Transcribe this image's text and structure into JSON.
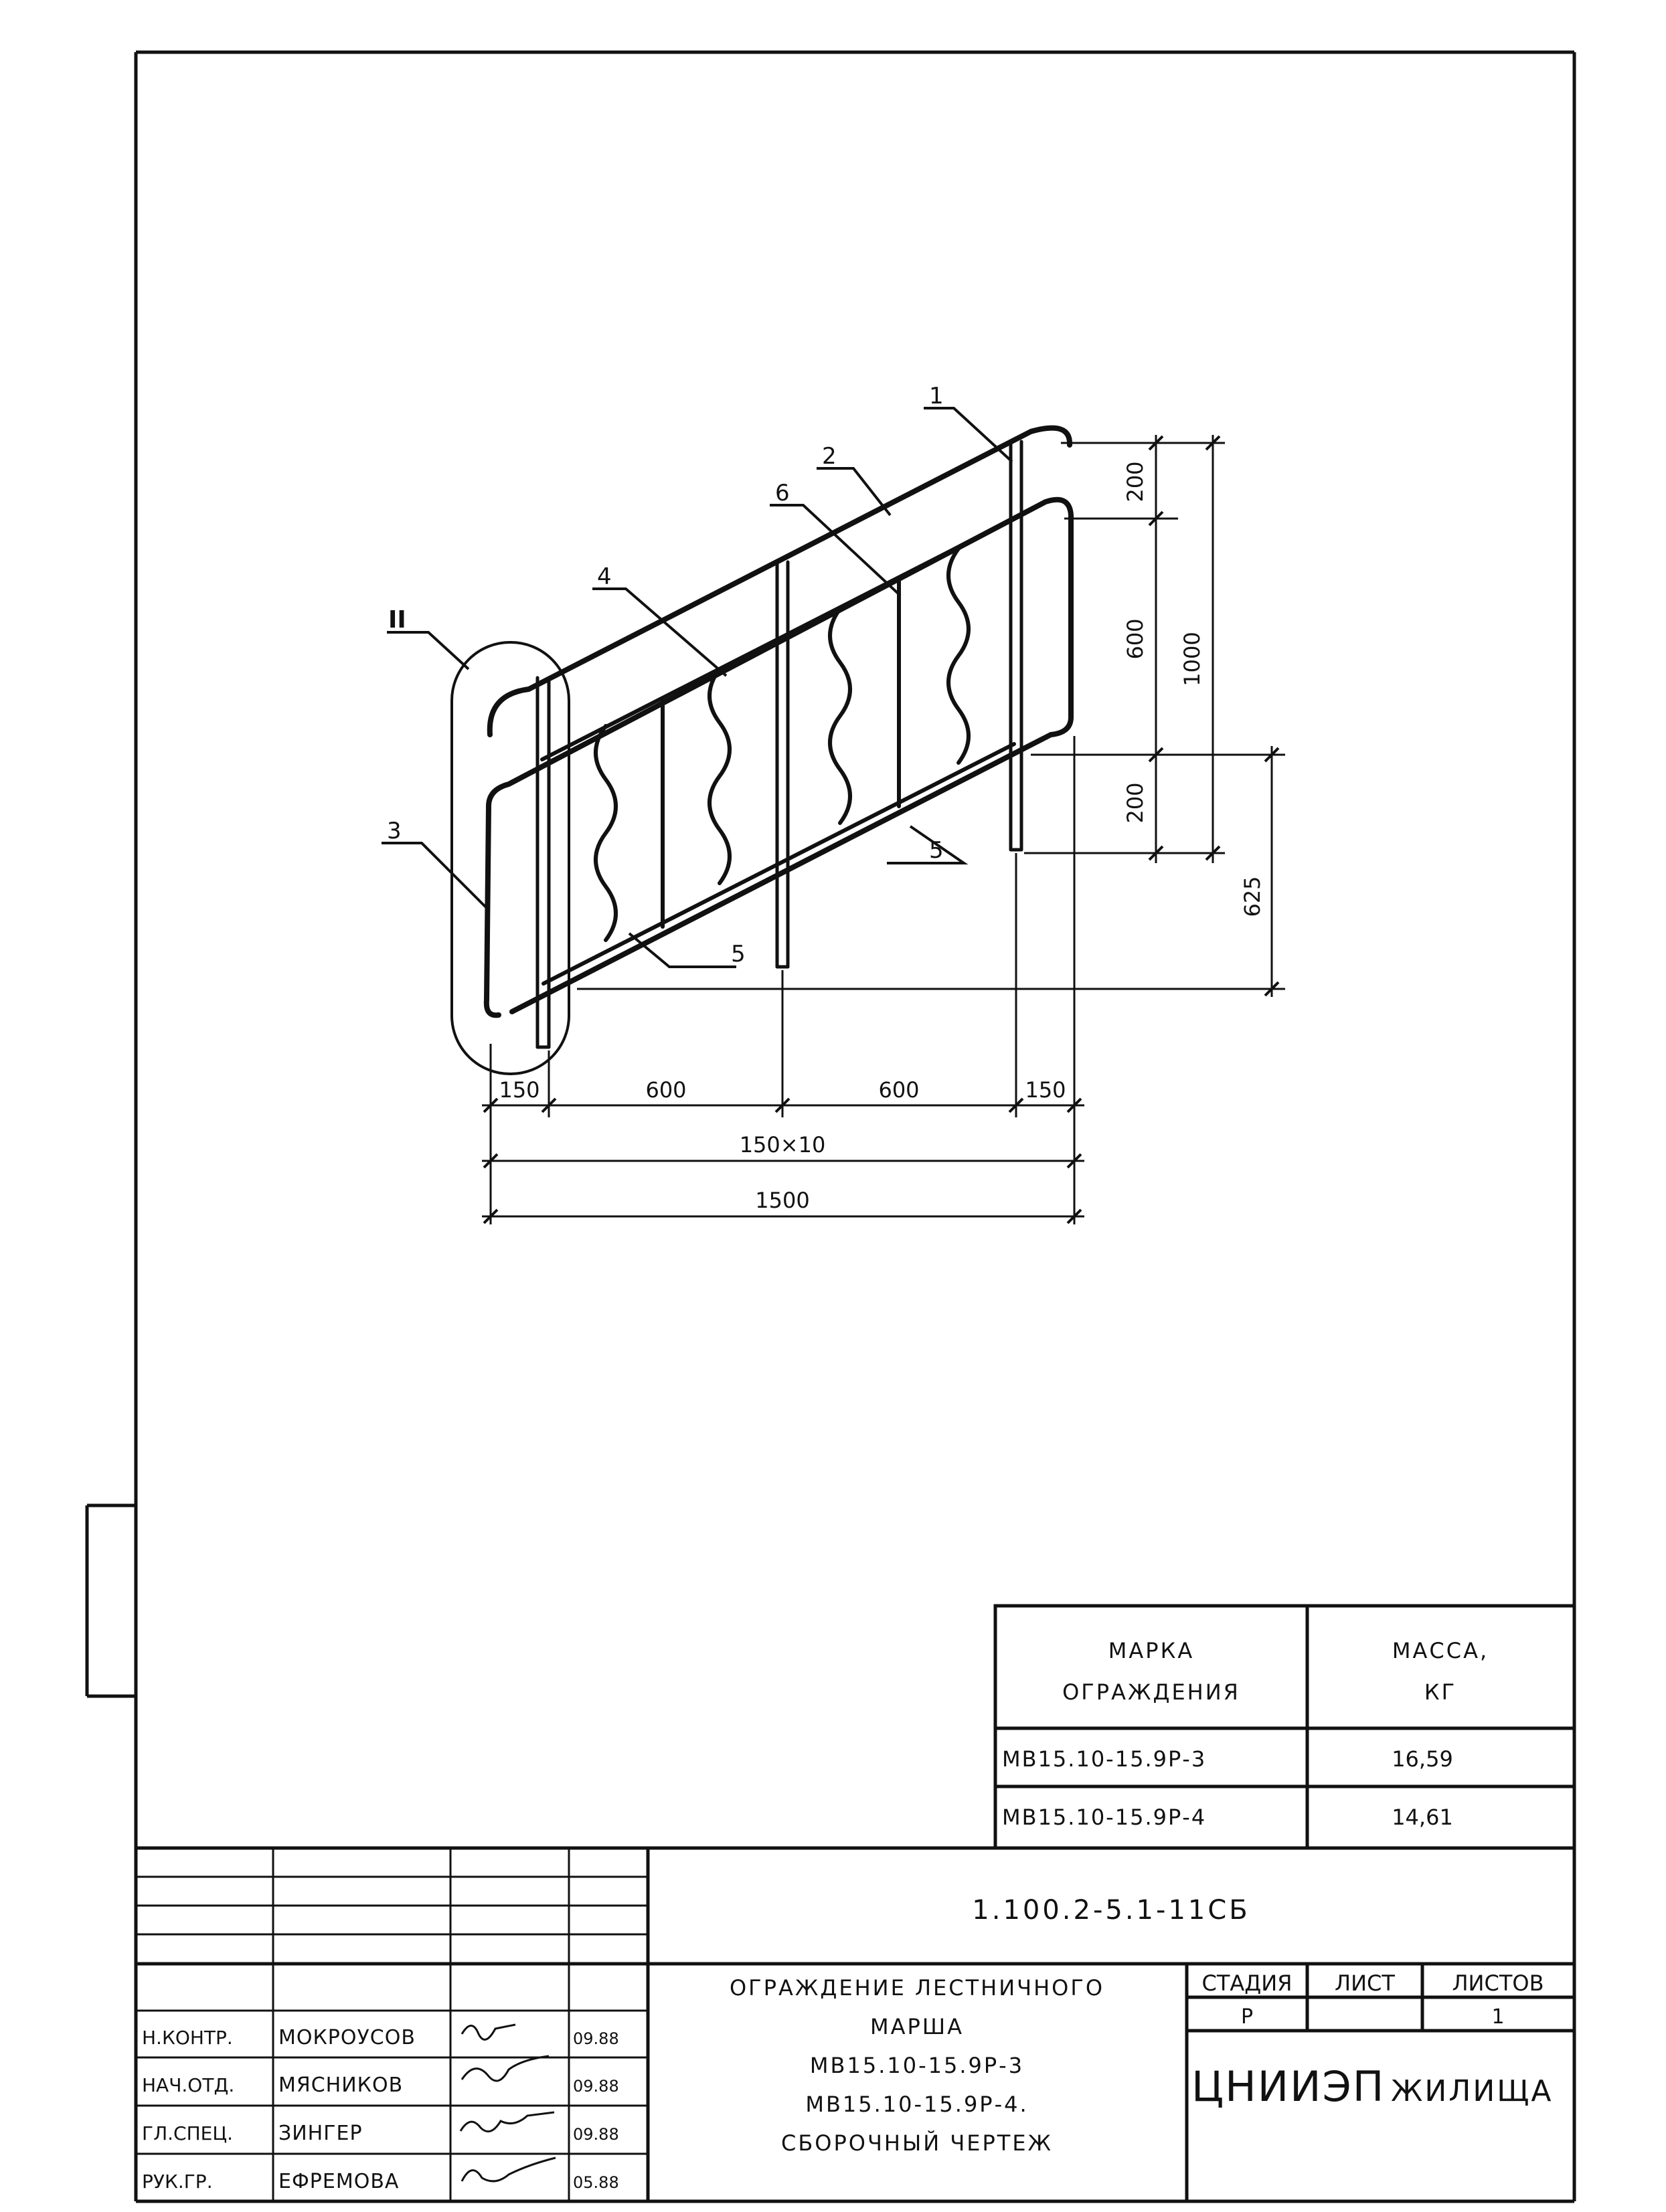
{
  "drawing": {
    "callouts": {
      "pos1": "1",
      "pos2": "2",
      "pos3": "3",
      "pos4": "4",
      "pos5a": "5",
      "pos5b": "5",
      "pos6": "6",
      "detail": "II"
    },
    "dimensions": {
      "d150_left": "150",
      "d600_a": "600",
      "d600_b": "600",
      "d150_right": "150",
      "d150x10": "150×10",
      "d1500": "1500",
      "d200_top": "200",
      "d600_vert": "600",
      "d200_bottom": "200",
      "d1000": "1000",
      "d625": "625"
    }
  },
  "mass_table": {
    "header_mark": [
      "МАРКА",
      "ОГРАЖДЕНИЯ"
    ],
    "header_mass": [
      "МАССА,",
      "КГ"
    ],
    "rows": [
      {
        "mark": "МВ15.10-15.9Р-3",
        "mass": "16,59"
      },
      {
        "mark": "МВ15.10-15.9Р-4",
        "mass": "14,61"
      }
    ]
  },
  "title_block": {
    "doc_code": "1.100.2-5.1-11СБ",
    "roles": [
      {
        "role": "Н.КОНТР.",
        "name": "МОКРОУСОВ",
        "date": "09.88"
      },
      {
        "role": "НАЧ.ОТД.",
        "name": "МЯСНИКОВ",
        "date": "09.88"
      },
      {
        "role": "ГЛ.СПЕЦ.",
        "name": "ЗИНГЕР",
        "date": "09.88"
      },
      {
        "role": "РУК.ГР.",
        "name": "ЕФРЕМОВА",
        "date": "05.88"
      }
    ],
    "title_lines": [
      "ОГРАЖДЕНИЕ ЛЕСТНИЧНОГО",
      "МАРША",
      "МВ15.10-15.9Р-3",
      "МВ15.10-15.9Р-4.",
      "СБОРОЧНЫЙ ЧЕРТЕЖ"
    ],
    "stage_label": "СТАДИЯ",
    "sheet_label": "ЛИСТ",
    "sheets_label": "ЛИСТОВ",
    "stage_value": "Р",
    "sheet_value": "",
    "sheets_value": "1",
    "org_main": "ЦНИИЭП",
    "org_sub": "ЖИЛИЩА"
  }
}
